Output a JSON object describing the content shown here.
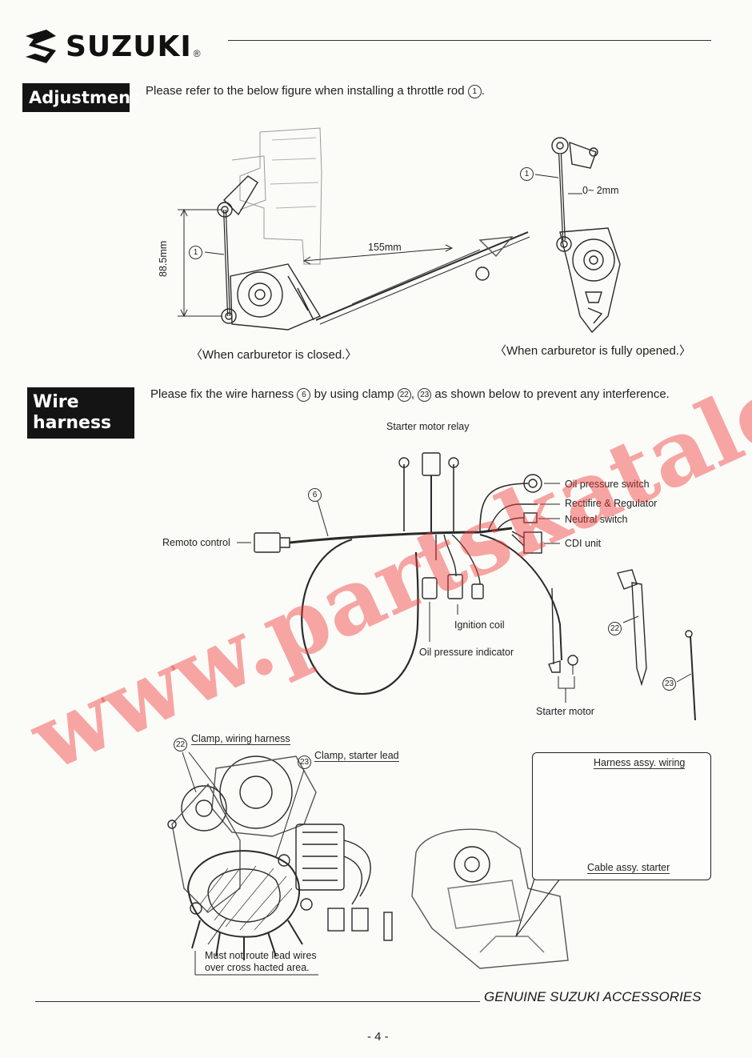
{
  "header": {
    "brand": "SUZUKI",
    "registered_mark": "®"
  },
  "adjustment": {
    "tag": "Adjustment",
    "instruction_pre": "Please refer to the below figure when installing a throttle rod ",
    "instruction_ref": "1",
    "instruction_post": ".",
    "figure_left": {
      "dimension_height": "88.5mm",
      "dimension_length": "155mm",
      "callout": "1",
      "caption": "〈When carburetor is closed.〉"
    },
    "figure_right": {
      "callout": "1",
      "gap": "0~ 2mm",
      "caption": "〈When carburetor is fully opened.〉"
    }
  },
  "wire_harness": {
    "tag_line1": "Wire",
    "tag_line2": "harness",
    "instruction_pre": "Please fix the wire harness ",
    "ref_harness": "6",
    "instruction_mid": " by using clamp ",
    "ref_clamp_a": "22",
    "instruction_sep": ", ",
    "ref_clamp_b": "23",
    "instruction_post": " as shown below to prevent any interference.",
    "labels": {
      "starter_motor_relay": "Starter motor relay",
      "oil_pressure_switch": "Oil pressure switch",
      "rectifier_regulator": "Rectifire & Regulator",
      "neutral_switch": "Neutral switch",
      "cdi_unit": "CDI unit",
      "remote_control": "Remoto control",
      "ignition_coil": "Ignition coil",
      "oil_pressure_indicator": "Oil pressure indicator",
      "starter_motor": "Starter motor",
      "harness_callout": "6",
      "clamp_22": "22",
      "clamp_23": "23"
    }
  },
  "lower_figure": {
    "callout_22": "22",
    "clamp_wiring_harness": "Clamp, wiring harness",
    "callout_23": "23",
    "clamp_starter_lead": "Clamp, starter lead",
    "warning_line1": "Must not route lead wires",
    "warning_line2": "over cross hacted area.",
    "inset_harness": "Harness assy. wiring",
    "inset_cable": "Cable assy. starter"
  },
  "footer": {
    "tagline": "GENUINE SUZUKI ACCESSORIES",
    "page_number": "- 4 -"
  },
  "watermark": {
    "text": "www.partskatalog.ru"
  },
  "colors": {
    "ink": "#1a1a1a",
    "tag_background": "#141414",
    "watermark": "#f03c3c"
  }
}
